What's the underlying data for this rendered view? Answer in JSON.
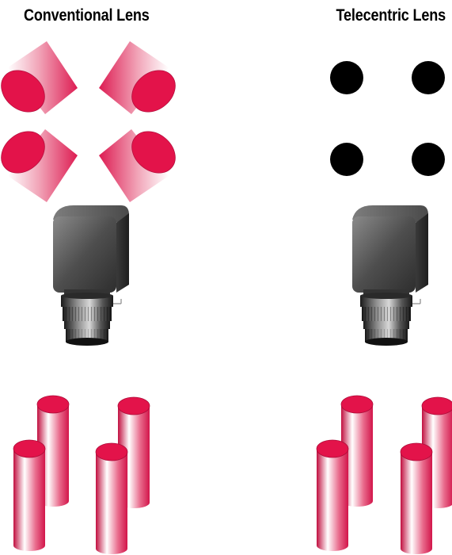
{
  "titles": {
    "conventional": "Conventional Lens",
    "telecentric": "Telecentric Lens"
  },
  "colors": {
    "cylinder_red": "#de1a4d",
    "cylinder_face": "#e3134a",
    "dot_black": "#000000",
    "camera_body": "#5e5e5e",
    "background": "#ffffff"
  },
  "icons": {
    "top_view_conventional": "tilted-red-cylinder",
    "top_view_telecentric": "black-dot",
    "camera": "camera-icon",
    "side_view": "upright-red-cylinder"
  }
}
